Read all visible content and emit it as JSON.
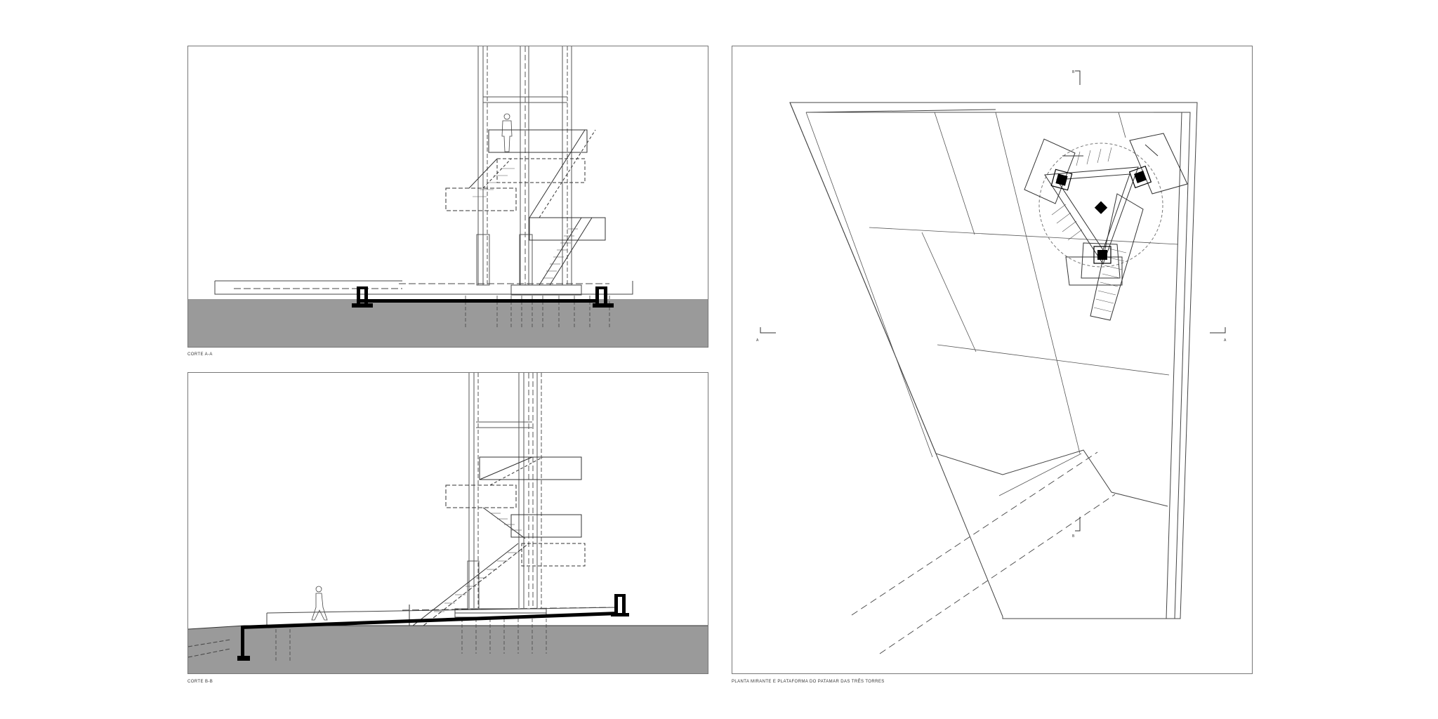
{
  "sheet": {
    "captions": {
      "section_a": "CORTE A-A",
      "section_b": "CORTE B-B",
      "plan": "PLANTA MIRANTE E PLATAFORMA DO PATAMAR DAS TRÊS TORRES"
    },
    "section_markers": {
      "top": "B",
      "bottom": "B",
      "left": "A",
      "right": "A"
    },
    "colors": {
      "ground": "#9a9a9a",
      "line": "#444444",
      "cut": "#000000",
      "frame": "#777777"
    }
  }
}
